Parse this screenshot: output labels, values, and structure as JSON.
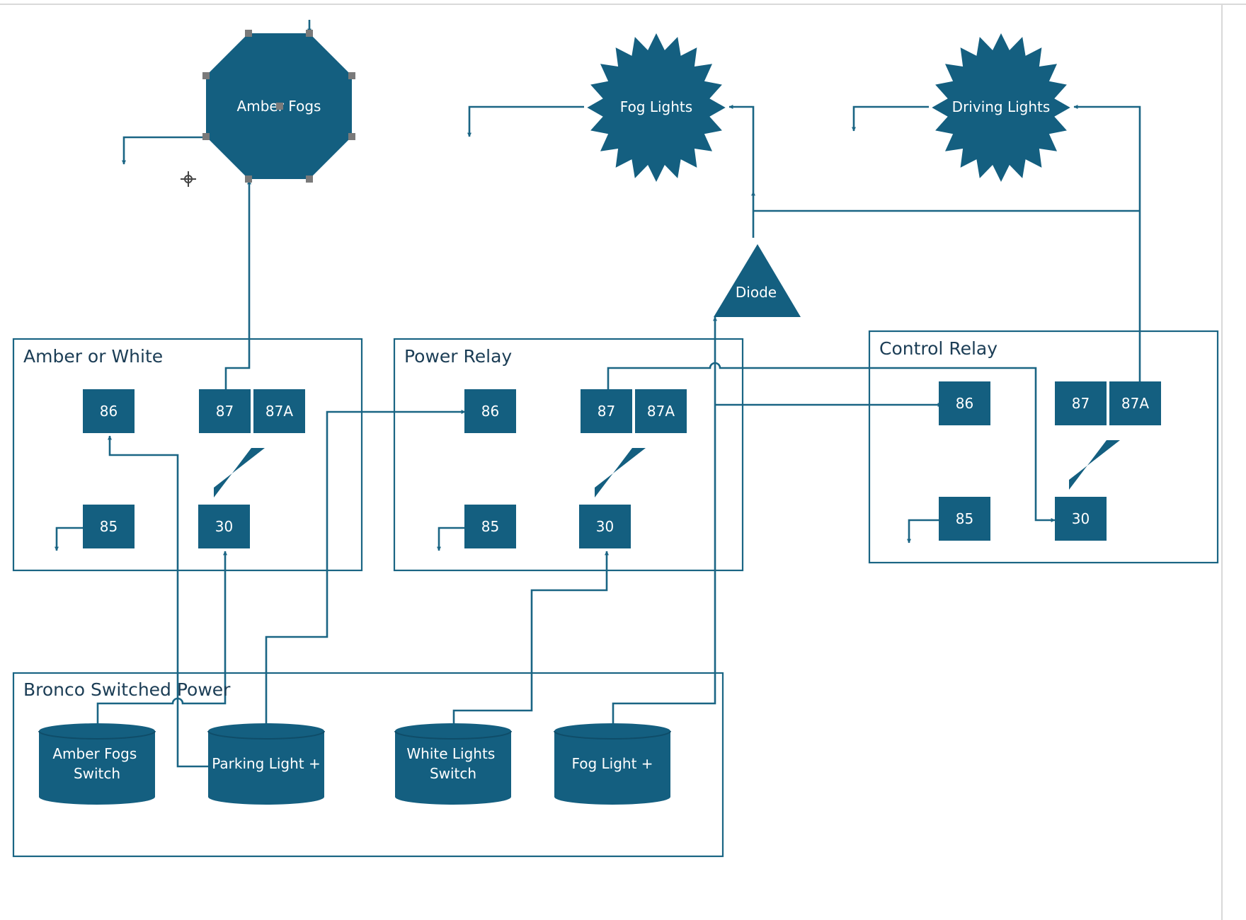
{
  "colors": {
    "shape_fill": "#145f80",
    "line": "#1a6584",
    "title_text": "#1b3d55",
    "label_text": "#ffffff",
    "canvas": "#ffffff"
  },
  "nodes": {
    "amber_fogs": "Amber Fogs",
    "fog_lights": "Fog Lights",
    "driving_lights": "Driving Lights",
    "diode": "Diode"
  },
  "groups": {
    "amber_or_white": {
      "title": "Amber or White",
      "pins": {
        "p86": "86",
        "p87": "87",
        "p87a": "87A",
        "p85": "85",
        "p30": "30"
      }
    },
    "power_relay": {
      "title": "Power Relay",
      "pins": {
        "p86": "86",
        "p87": "87",
        "p87a": "87A",
        "p85": "85",
        "p30": "30"
      }
    },
    "control_relay": {
      "title": "Control Relay",
      "pins": {
        "p86": "86",
        "p87": "87",
        "p87a": "87A",
        "p85": "85",
        "p30": "30"
      }
    },
    "bronco": {
      "title": "Bronco Switched Power",
      "sources": {
        "amber_fogs_switch": [
          "Amber Fogs",
          "Switch"
        ],
        "parking_light": "Parking Light +",
        "white_lights_switch": [
          "White Lights",
          "Switch"
        ],
        "fog_light": "Fog Light +"
      }
    }
  },
  "icons": {
    "cursor": "move-crosshair-icon"
  }
}
